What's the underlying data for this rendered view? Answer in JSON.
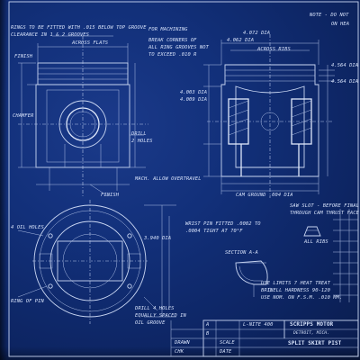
{
  "notes": {
    "ring_fit": "RINGS TO BE FITTED WITH .015 BELOW TOP GROOVE",
    "clearance": "CLEARANCE IN 1 & 2 GROOVES",
    "finish_top": "FINISH",
    "across_flats": "ACROSS FLATS",
    "for_machining": "FOR MACHINING",
    "break_corners": "BREAK CORNERS OF",
    "all_ring_grooves": "ALL RING GROOVES NOT",
    "to_exceed": "TO EXCEED .010 R",
    "note_do_not": "NOTE - DO NOT",
    "on_heads": "ON HEA",
    "across_ribs": "ACROSS RIBS",
    "chamfer": "CHAMFER",
    "drill": "DRILL",
    "holes": "2 HOLES",
    "mach_allow": "MACH. ALLOW OVERTRAVEL",
    "finish_bottom": "FINISH",
    "cam_ground": "CAM GROUND .004 DIA",
    "saw_slot": "SAW SLOT - BEFORE FINAL",
    "through_cam": "THROUGH CAM THRUST FACE",
    "wrist_pin": "WRIST PIN FITTED .0002 TO",
    "wrist_pin_2": ".0004 TIGHT AT 70°F",
    "section": "SECTION A-A",
    "all_ribs": "ALL RIBS",
    "use_limits": "USE LIMITS 7 HEAT TREAT",
    "hardness": "BRINELL HARDNESS 90-120",
    "use_nom": "USE NOM. ON F.S.M. .010 MM.",
    "drill_4": "DRILL 4 HOLES",
    "equally": "EQUALLY SPACED IN",
    "oil_groove": "OIL GROOVE",
    "ring_pin": "RING OF PIN",
    "hole_dia": "4 OIL HOLES",
    "dim_a": "4.072 DIA",
    "dim_b": "4.062 DIA",
    "dim_c": "4.003 DIA",
    "dim_d": "4.009 DIA",
    "dim_e": "4.564 DIA",
    "dim_f": "4.564 DIA",
    "dim_g": "3.940 DIA"
  },
  "title_block": {
    "company": "SCRIPPS MOTOR",
    "company_sub": "DETROIT, MICH.",
    "drawing_title": "SPLIT SKIRT PIST",
    "material": "L-NITE 400",
    "scale_label": "SCALE",
    "date_label": "DATE",
    "drawn_label": "DRAWN",
    "checked_label": "CHK",
    "letter_a": "A",
    "letter_b": "B"
  },
  "colors": {
    "paper": "#12307a",
    "ink": "#c9d6f2"
  }
}
